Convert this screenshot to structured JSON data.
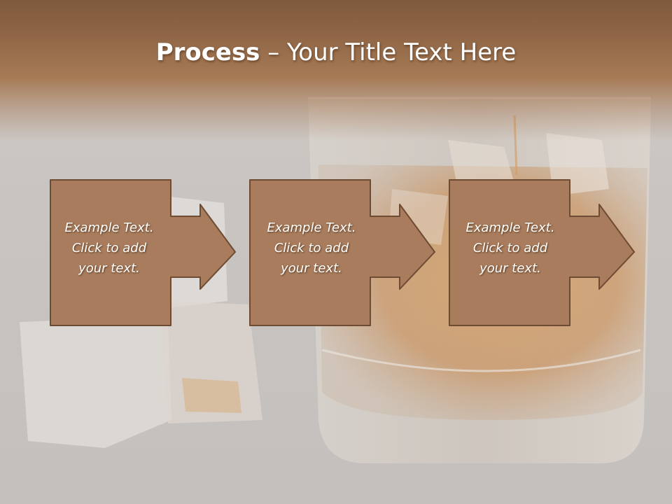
{
  "slide": {
    "title_bold": "Process",
    "title_rest": " – Your Title Text Here",
    "steps": [
      {
        "line1": "Example Text.",
        "line2": "Click  to add",
        "line3": "your text."
      },
      {
        "line1": "Example Text.",
        "line2": "Click  to add",
        "line3": "your text."
      },
      {
        "line1": "Example Text.",
        "line2": "Click  to add",
        "line3": "your text."
      }
    ]
  },
  "colors": {
    "box_fill": "#a87c5c",
    "box_stroke": "#6e4b33",
    "title_band": "#8f6646",
    "background": "#c6c2bf"
  }
}
